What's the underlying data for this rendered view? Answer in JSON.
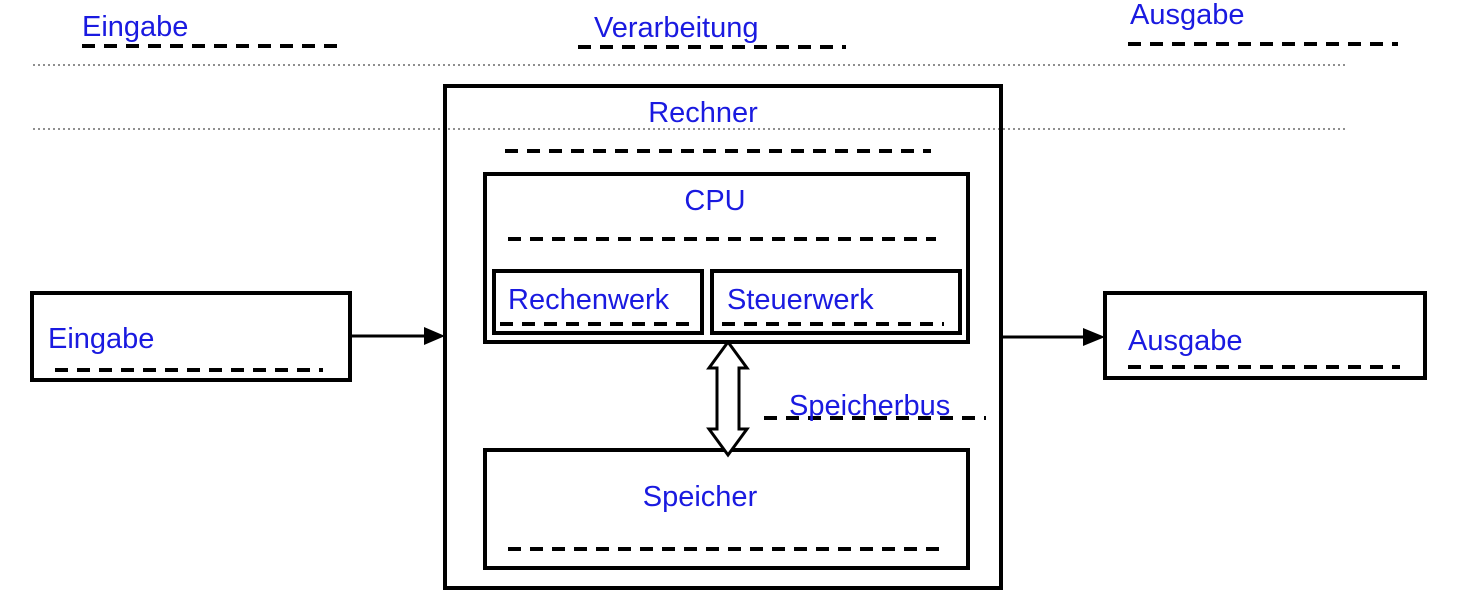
{
  "colors": {
    "label_blue": "#1a1ae0",
    "line_black": "#000000",
    "dotted_gray": "#8f8f8f"
  },
  "headers": {
    "input": {
      "label": "Eingabe"
    },
    "processing": {
      "label": "Verarbeitung"
    },
    "output": {
      "label": "Ausgabe"
    }
  },
  "diagram": {
    "computer": {
      "label": "Rechner"
    },
    "cpu": {
      "label": "CPU"
    },
    "alu": {
      "label": "Rechenwerk"
    },
    "control_unit": {
      "label": "Steuerwerk"
    },
    "memory": {
      "label": "Speicher"
    },
    "memory_bus": {
      "label": "Speicherbus"
    },
    "input_box": {
      "label": "Eingabe"
    },
    "output_box": {
      "label": "Ausgabe"
    }
  }
}
